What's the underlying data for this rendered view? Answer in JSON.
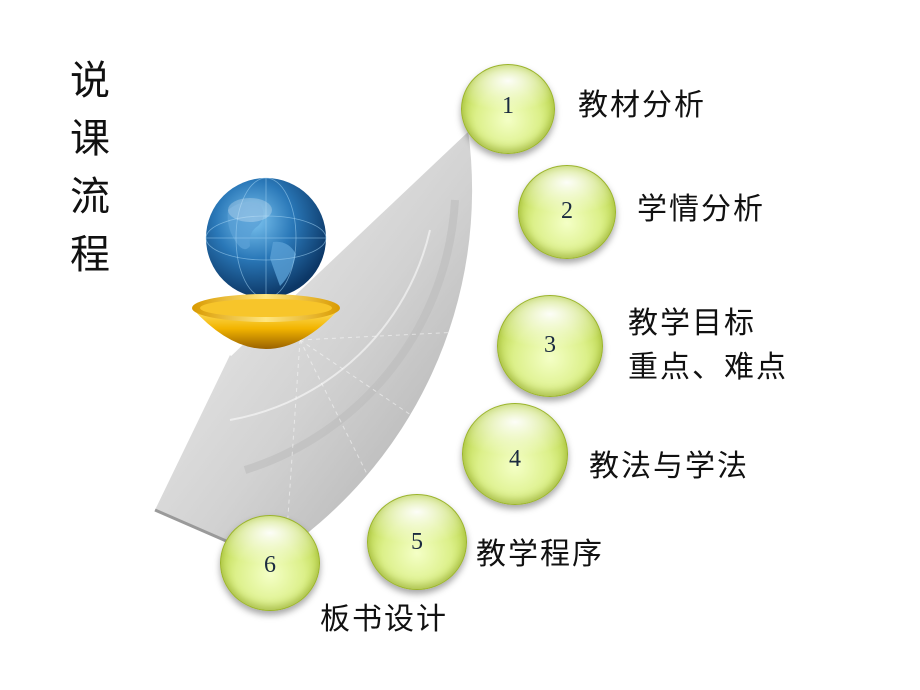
{
  "title": "说课流程",
  "steps": [
    {
      "num": "1",
      "label": "教材分析"
    },
    {
      "num": "2",
      "label": "学情分析"
    },
    {
      "num": "3",
      "label_line1": "教学目标",
      "label_line2": "重点、难点"
    },
    {
      "num": "4",
      "label": "教法与学法"
    },
    {
      "num": "5",
      "label": "教学程序"
    },
    {
      "num": "6",
      "label": "板书设计"
    }
  ],
  "colors": {
    "fan": "#c9c9c9",
    "ball": "#dcf08a",
    "globe": "#2a78b8",
    "bowl": "#f2b400"
  },
  "icons": [
    "globe-icon",
    "bowl-stand-icon"
  ]
}
